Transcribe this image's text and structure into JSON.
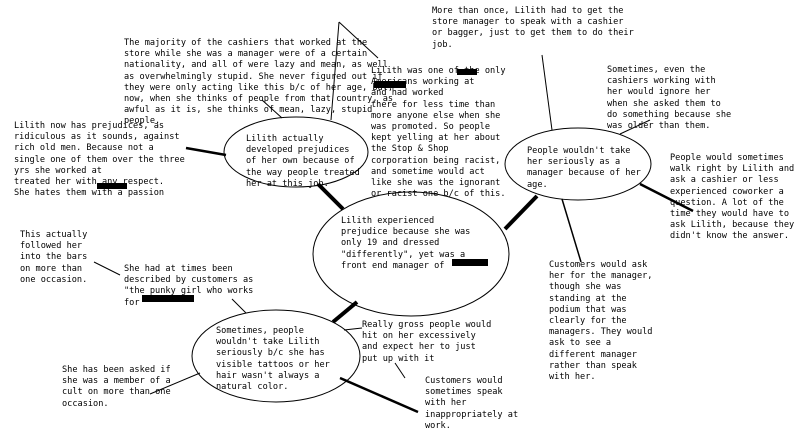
{
  "diagram": {
    "center": [
      "Lilith experienced",
      "prejudice because she was",
      "only 19 and dressed",
      "\"differently\", yet was a",
      "front end manager of"
    ],
    "developed": [
      "Lilith actually",
      "developed prejudices",
      "of her own because of",
      "the way people treated",
      "her at this job."
    ],
    "manager": [
      "People wouldn't take",
      "her seriously as a",
      "manager because of her",
      "age."
    ],
    "tattoos": [
      "Sometimes, people",
      "wouldn't take Lilith",
      "seriously b/c she has",
      "visible tattoos or her",
      "hair wasn't always a",
      "natural color."
    ],
    "cashiers_nationality": [
      "The majority of the cashiers that worked at the",
      "store while she was a manager were of a certain",
      "nationality, and all of were lazy and mean, as well",
      "as overwhelmingly stupid. She never figured out if",
      "they were only acting like this b/c of her age, but,",
      "now, when she thinks of people from that country, as",
      "awful as it is, she thinks of mean, lazy, stupid",
      "people."
    ],
    "old_men": [
      "Lilith now has prejudices, as",
      "ridiculous as it sounds, against",
      "rich old men. Because not a",
      "single one of them over the three",
      "yrs she worked at",
      "treated her with any respect.",
      "She hates them with a passion"
    ],
    "americans": [
      "Lilith was one of the only",
      "Americans working at",
      "and had worked",
      "there for less time than",
      "more anyone else when she",
      "was promoted. So people",
      "kept yelling at her about",
      "the Stop & Shop",
      "corporation being racist,",
      "and sometime would act",
      "like she was the ignorant",
      "or racist one b/c of this."
    ],
    "store_manager": [
      "More than once, Lilith had to get the",
      "store manager to speak with a cashier",
      "or bagger, just to get them to do their",
      "job."
    ],
    "ignore": [
      "Sometimes, even the",
      "cashiers working with",
      "her would ignore her",
      "when she asked them to",
      "do something because she",
      "was older than them."
    ],
    "walk_right_by": [
      "People would sometimes",
      "walk right by Lilith and",
      "ask a cashier or less",
      "experienced coworker a",
      "question. A lot of the",
      "time they would have to",
      "ask Lilith, because they",
      "didn't know the answer."
    ],
    "customers_manager": [
      "Customers would ask",
      "her for the manager,",
      "though she was",
      "standing at the",
      "podium that was",
      "clearly for the",
      "managers. They would",
      "ask to see a",
      "different manager",
      "rather than speak",
      "with her."
    ],
    "bars": [
      "This actually",
      "followed her",
      "into the bars",
      "on more than",
      "one occasion."
    ],
    "punky": [
      "She had at times been",
      "described by customers as",
      "\"the punky girl who works",
      "for"
    ],
    "cult": [
      "She has been asked if",
      "she was a member of a",
      "cult on more than one",
      "occasion."
    ],
    "gross": [
      "Really gross people would",
      "hit on her excessively",
      "and expect her to just",
      "put up with it"
    ],
    "speak_inappropriately": [
      "Customers would",
      "sometimes speak",
      "with her",
      "inappropriately at",
      "work."
    ]
  }
}
